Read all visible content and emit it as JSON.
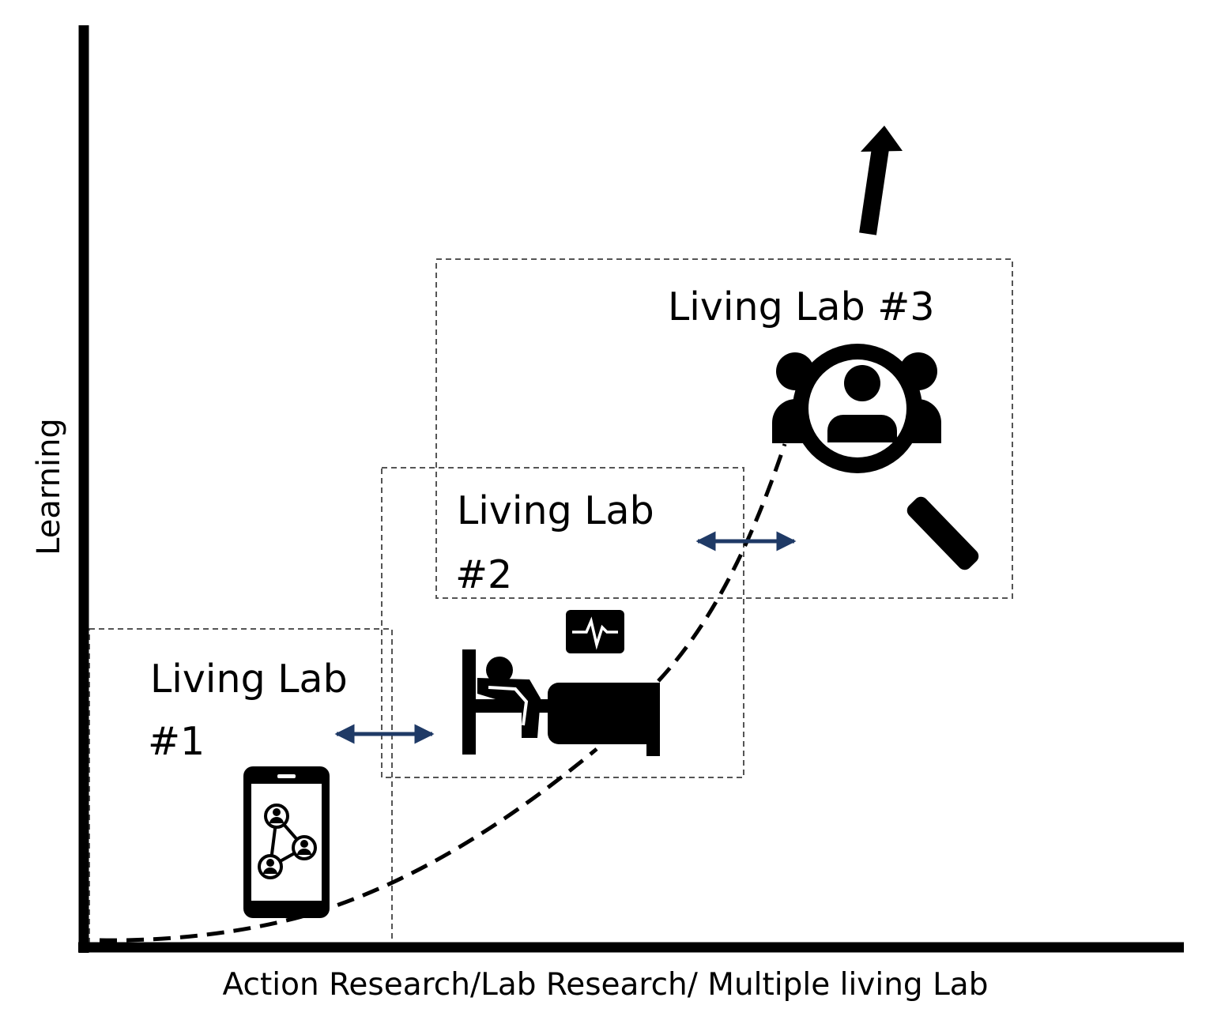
{
  "diagram": {
    "y_axis_label": "Learning",
    "x_axis_label": "Action Research/Lab Research/ Multiple living Lab",
    "labs": [
      {
        "title": "Living Lab",
        "number": "#1"
      },
      {
        "title": "Living Lab",
        "number": "#2"
      },
      {
        "title": "Living Lab #3"
      }
    ],
    "colors": {
      "line": "#000000",
      "arrow": "#1f3a66",
      "box_border": "#555555",
      "background": "#ffffff"
    },
    "icons": [
      "smartphone-network-icon",
      "hospital-bed-icon",
      "heart-monitor-icon",
      "magnifier-people-icon"
    ]
  }
}
